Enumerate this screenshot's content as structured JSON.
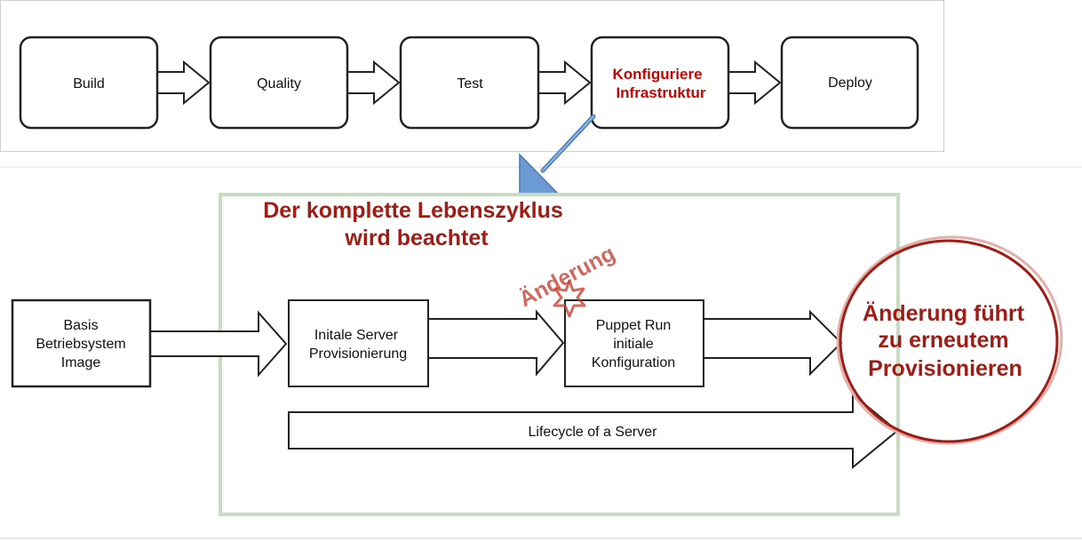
{
  "pipeline": {
    "stages": [
      {
        "lines": [
          "Build"
        ]
      },
      {
        "lines": [
          "Quality"
        ]
      },
      {
        "lines": [
          "Test"
        ]
      },
      {
        "lines": [
          "Konfiguriere",
          "Infrastruktur"
        ],
        "highlight": true
      },
      {
        "lines": [
          "Deploy"
        ]
      }
    ]
  },
  "lifecycle": {
    "headline_line1": "Der komplette Lebenszyklus",
    "headline_line2": "wird beachtet",
    "base_image": [
      "Basis",
      "Betriebsystem",
      "Image"
    ],
    "provisioning": [
      "Initale Server",
      "Provisionierung"
    ],
    "puppet": [
      "Puppet Run",
      "initiale",
      "Konfiguration"
    ],
    "change_label": "Änderung",
    "lifecycle_arrow_label": "Lifecycle of a Server",
    "circle_text": [
      "Änderung führt",
      "zu erneutem",
      "Provisionieren"
    ]
  },
  "colors": {
    "highlight_red": "#cc0000",
    "annotation_red": "#a01c14",
    "pointer_blue": "#6b9bd2",
    "frame_green": "#c7dcc0"
  }
}
